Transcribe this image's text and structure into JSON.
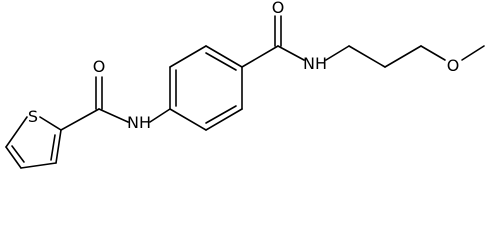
{
  "molecule": {
    "atoms": [
      {
        "id": "s1",
        "label": "S"
      },
      {
        "id": "o1",
        "label": "O"
      },
      {
        "id": "n1",
        "label": "NH"
      },
      {
        "id": "o2",
        "label": "O"
      },
      {
        "id": "n2",
        "label": "NH"
      },
      {
        "id": "o3",
        "label": "O"
      }
    ]
  },
  "colors": {
    "bond": "#000000",
    "background": "#ffffff"
  }
}
